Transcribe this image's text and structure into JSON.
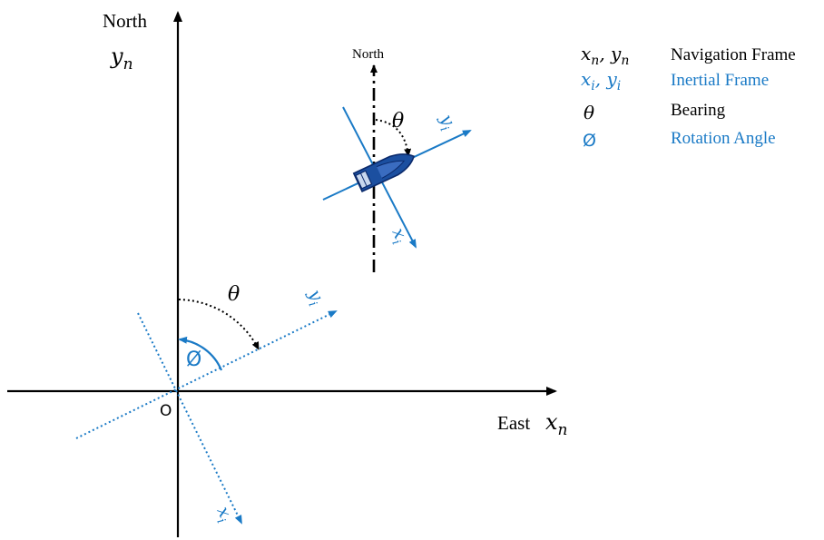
{
  "colors": {
    "black": "#000000",
    "blue": "#1a7ac6",
    "navy": "#0b2a6b",
    "boat_blue": "#1b4fa0"
  },
  "axes": {
    "north_label": "North",
    "yn_label": "y",
    "yn_sub": "n",
    "east_label": "East",
    "xn_label": "x",
    "xn_sub": "n",
    "origin_label": "O"
  },
  "origin_frame": {
    "theta_label": "θ",
    "phi_label": "Ø",
    "yi_label": "y",
    "yi_sub": "i",
    "xi_label": "x",
    "xi_sub": "i"
  },
  "vessel_frame": {
    "north_label": "North",
    "theta_label": "θ",
    "yi_label": "y",
    "yi_sub": "i",
    "xi_label": "x",
    "xi_sub": "i"
  },
  "legend": {
    "items": [
      {
        "symbol": "x",
        "sub1": "n",
        "symbol2": "y",
        "sub2": "n",
        "text": "Navigation Frame",
        "color": "#000000"
      },
      {
        "symbol": "x",
        "sub1": "i",
        "symbol2": "y",
        "sub2": "i",
        "text": "Inertial Frame",
        "color": "#1a7ac6"
      },
      {
        "symbol": "θ",
        "text": "Bearing",
        "color": "#000000"
      },
      {
        "symbol": "Ø",
        "text": "Rotation Angle",
        "color": "#1a7ac6"
      }
    ]
  }
}
